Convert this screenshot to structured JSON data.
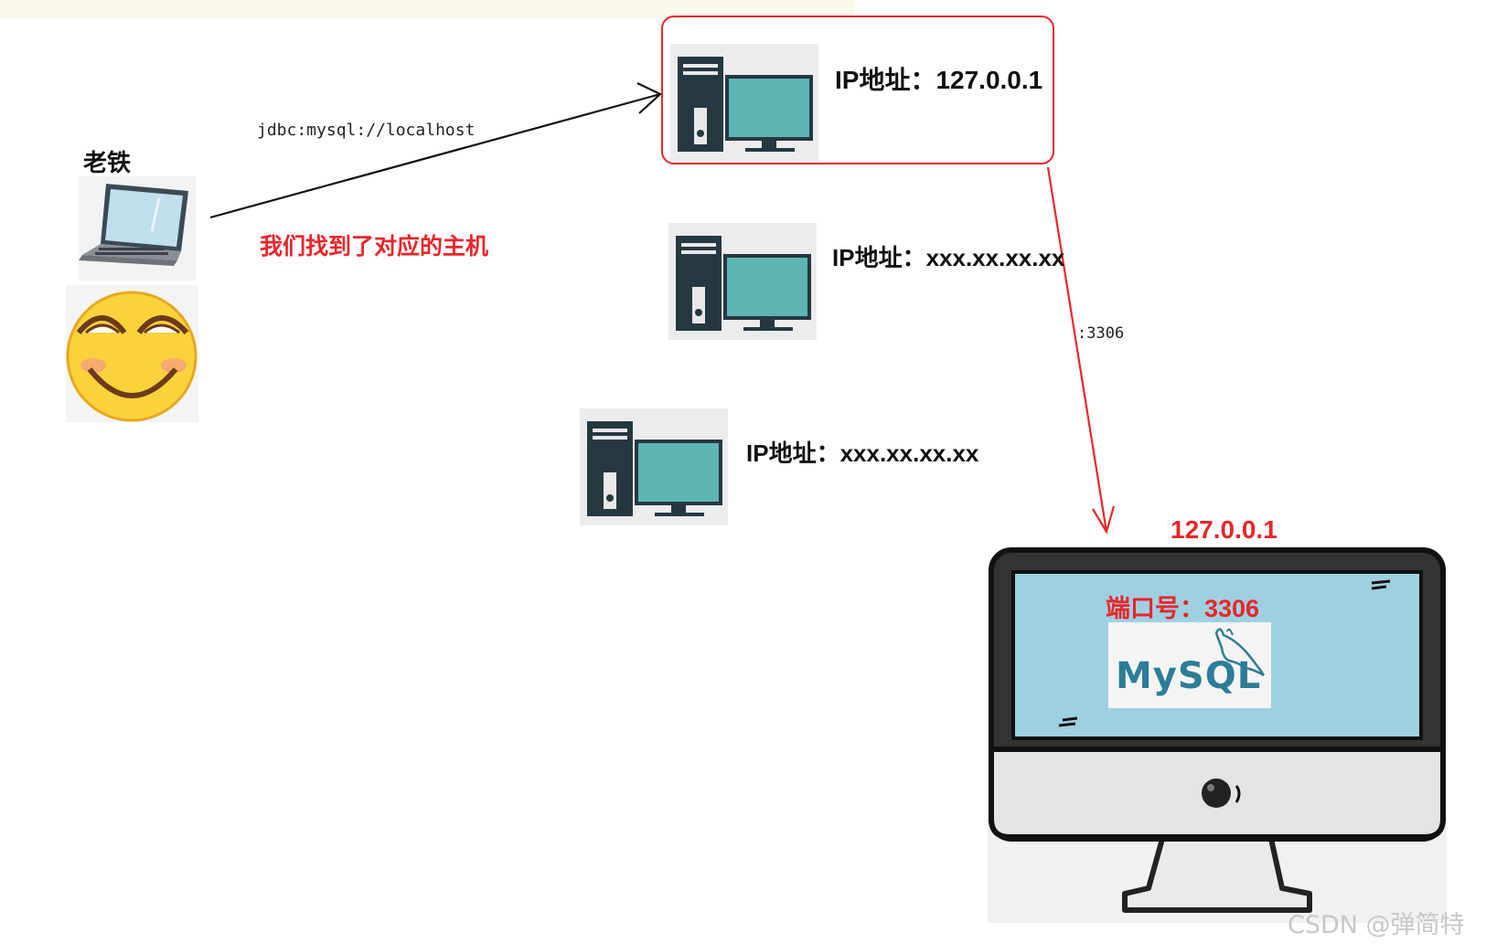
{
  "client": {
    "name": "老铁",
    "request_url": "jdbc:mysql://localhost",
    "found_note": "我们找到了对应的主机"
  },
  "hosts": [
    {
      "ip_label": "IP地址：127.0.0.1",
      "highlighted": true
    },
    {
      "ip_label": "IP地址：xxx.xx.xx.xx",
      "highlighted": false
    },
    {
      "ip_label": "IP地址：xxx.xx.xx.xx",
      "highlighted": false
    }
  ],
  "port_link": {
    "label": ":3306"
  },
  "target": {
    "ip": "127.0.0.1",
    "port_label": "端口号：3306",
    "logo_text": "MySQL"
  },
  "watermark": "CSDN @弹简特",
  "colors": {
    "highlight": "#e8262a",
    "monitor_screen": "#5fb4b4",
    "tower": "#253842",
    "imac_screen": "#9fd0e2"
  }
}
